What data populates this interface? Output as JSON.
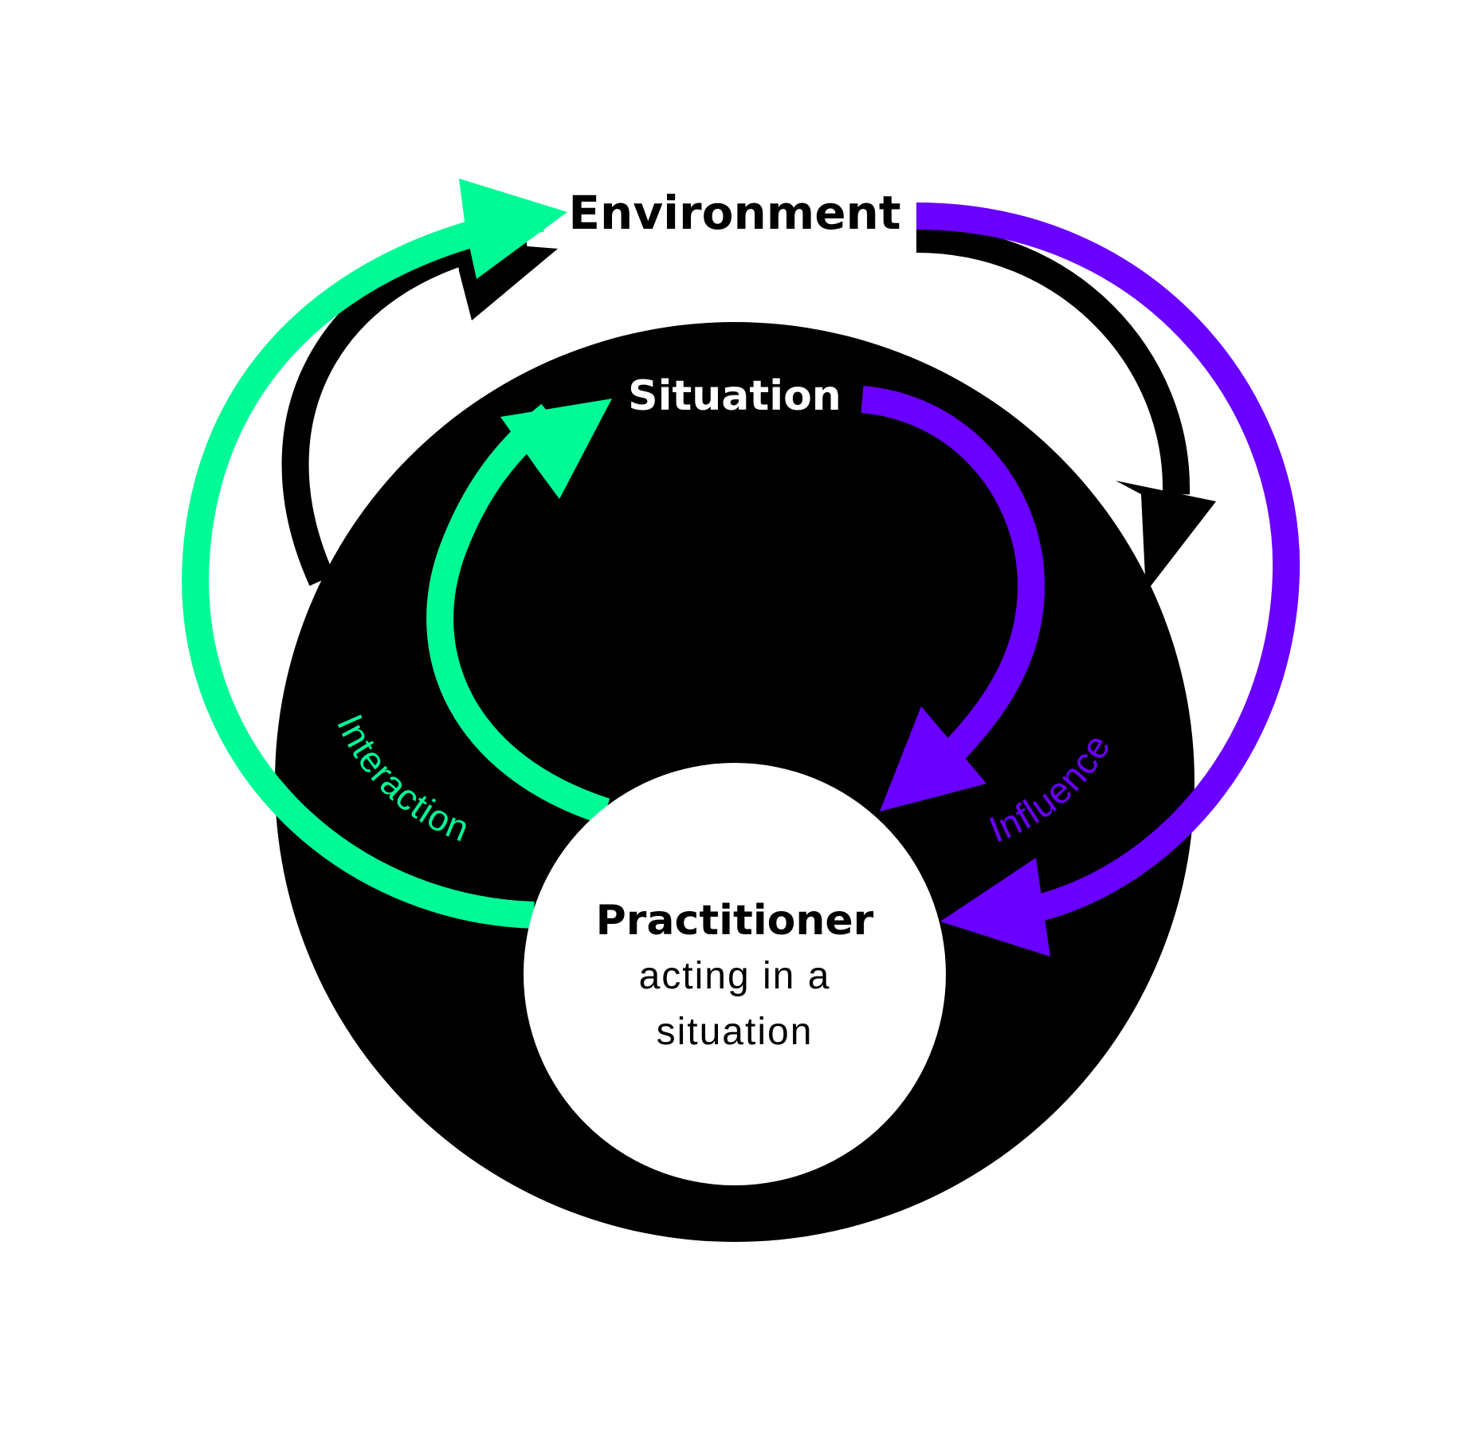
{
  "colors": {
    "background": "#ffffff",
    "situation_disc": "#000000",
    "practitioner_disc": "#ffffff",
    "interaction": "#00fa96",
    "influence": "#6a00ff",
    "environment_loop": "#000000"
  },
  "labels": {
    "environment": "Environment",
    "situation": "Situation",
    "practitioner_title": "Practitioner",
    "practitioner_line1": "acting in a",
    "practitioner_line2": "situation",
    "interaction": "Interaction",
    "influence": "Influence"
  }
}
